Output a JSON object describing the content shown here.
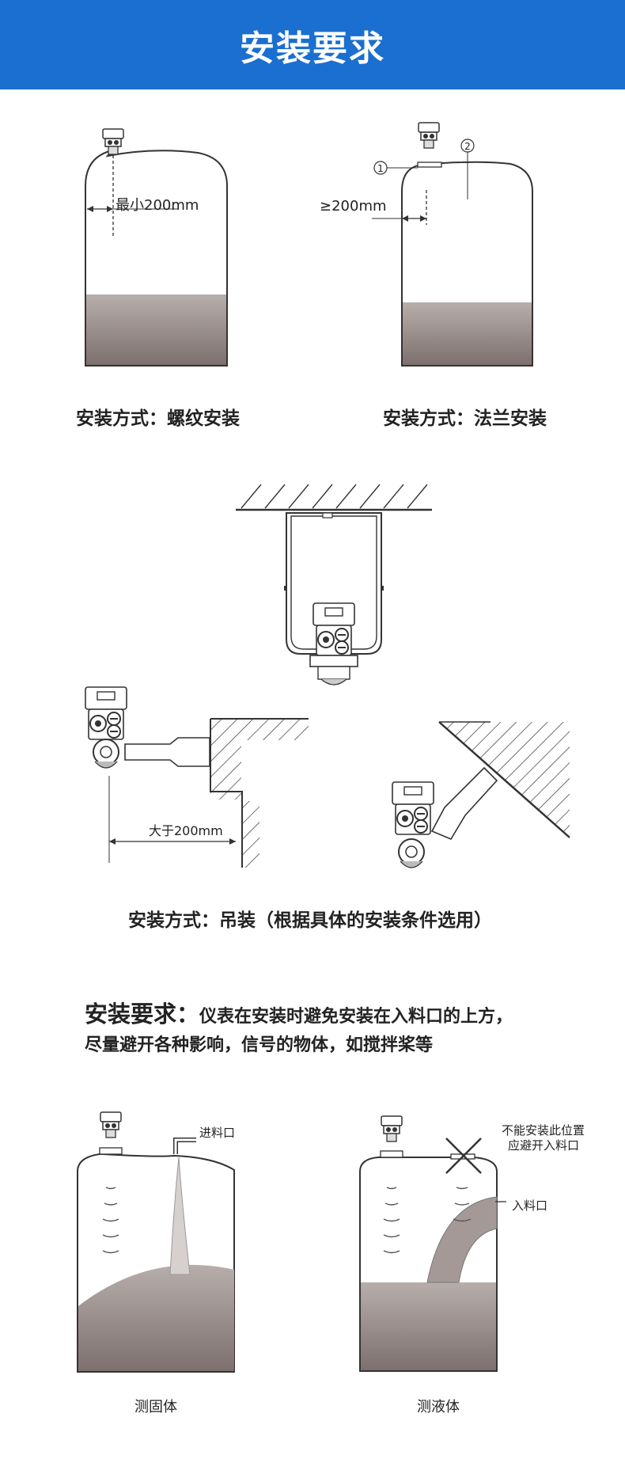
{
  "header": {
    "title": "安装要求"
  },
  "mount_thread": {
    "caption": "安装方式：螺纹安装",
    "dimension": "最小200mm"
  },
  "mount_flange": {
    "caption": "安装方式：法兰安装",
    "dimension": "≥200mm",
    "marker_1": "1",
    "marker_2": "2"
  },
  "mount_hang": {
    "caption": "安装方式：吊装（根据具体的安装条件选用）",
    "dimension": "大于200mm"
  },
  "requirement": {
    "lead": "安装要求：",
    "line1": "仪表在安装时避免安装在入料口的上方，",
    "line2": "尽量避开各种影响，信号的物体，如搅拌桨等"
  },
  "solid": {
    "inlet_label": "进料口",
    "caption": "测固体"
  },
  "liquid": {
    "warning_line1": "不能安装此位置",
    "warning_line2": "应避开入料口",
    "inlet_label": "入料口",
    "caption": "测液体"
  },
  "colors": {
    "header_bg": "#1a6fd0",
    "fill": "#8f8281",
    "line": "#333333"
  }
}
